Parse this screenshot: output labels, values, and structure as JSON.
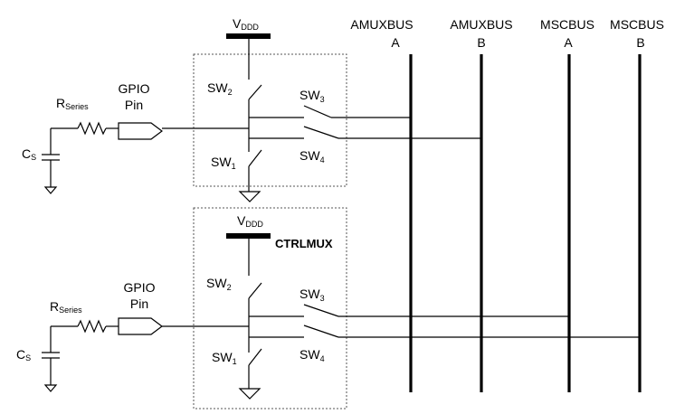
{
  "buses": [
    {
      "name": "AMUXBUS",
      "sub": "A"
    },
    {
      "name": "AMUXBUS",
      "sub": "B"
    },
    {
      "name": "MSCBUS",
      "sub": "A"
    },
    {
      "name": "MSCBUS",
      "sub": "B"
    }
  ],
  "circuits": [
    {
      "vddd_main": "V",
      "vddd_sub": "DDD",
      "r_main": "R",
      "r_sub": "Series",
      "c_main": "C",
      "c_sub": "S",
      "gpio_line1": "GPIO",
      "gpio_line2": "Pin",
      "sw": "SW",
      "sw1": "1",
      "sw2": "2",
      "sw3": "3",
      "sw4": "4"
    },
    {
      "vddd_main": "V",
      "vddd_sub": "DDD",
      "ctrlmux": "CTRLMUX",
      "r_main": "R",
      "r_sub": "Series",
      "c_main": "C",
      "c_sub": "S",
      "gpio_line1": "GPIO",
      "gpio_line2": "Pin",
      "sw": "SW",
      "sw1": "1",
      "sw2": "2",
      "sw3": "3",
      "sw4": "4"
    }
  ]
}
